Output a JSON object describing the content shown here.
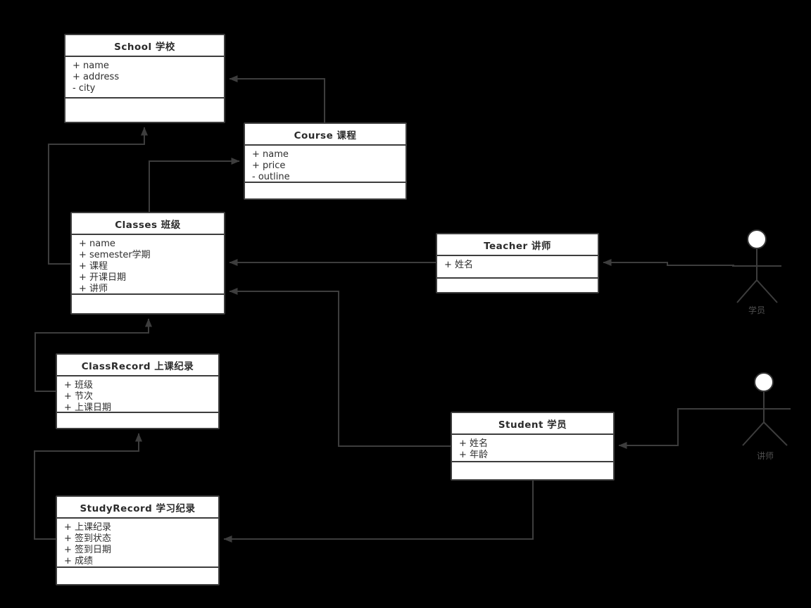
{
  "diagram": {
    "type": "uml-class-diagram",
    "background_color": "#000000",
    "box_fill": "#ffffff",
    "box_border_color": "#3d3d3d",
    "edge_color": "#3d3d3d",
    "text_color": "#2f2f2f",
    "actor_label_color": "#4f4f4f"
  },
  "classes": {
    "school": {
      "title": "School 学校",
      "attributes": [
        "+ name",
        "+ address",
        "- city"
      ],
      "methods": []
    },
    "course": {
      "title": "Course 课程",
      "attributes": [
        "+ name",
        "+ price",
        "- outline"
      ],
      "methods": []
    },
    "classes": {
      "title": "Classes 班级",
      "attributes": [
        "+ name",
        "+ semester学期",
        "+ 课程",
        "+ 开课日期",
        "+ 讲师"
      ],
      "methods": []
    },
    "teacher": {
      "title": "Teacher 讲师",
      "attributes": [
        "+ 姓名"
      ],
      "methods": []
    },
    "classrecord": {
      "title": "ClassRecord 上课纪录",
      "attributes": [
        "+ 班级",
        "+ 节次",
        "+ 上课日期"
      ],
      "methods": []
    },
    "student": {
      "title": "Student 学员",
      "attributes": [
        "+ 姓名",
        "+ 年龄"
      ],
      "methods": []
    },
    "studyrecord": {
      "title": "StudyRecord 学习纪录",
      "attributes": [
        "+ 上课纪录",
        "+ 签到状态",
        "+ 签到日期",
        "+ 成绩"
      ],
      "methods": []
    }
  },
  "actors": {
    "top": {
      "label": "学员"
    },
    "bottom": {
      "label": "讲师"
    }
  },
  "associations": [
    {
      "from": "Course 课程",
      "to": "School 学校"
    },
    {
      "from": "Classes 班级",
      "to": "School 学校"
    },
    {
      "from": "Classes 班级",
      "to": "Course 课程"
    },
    {
      "from": "Teacher 讲师",
      "to": "Classes 班级"
    },
    {
      "from": "Student 学员",
      "to": "Classes 班级"
    },
    {
      "from": "ClassRecord 上课纪录",
      "to": "Classes 班级"
    },
    {
      "from": "StudyRecord 学习纪录",
      "to": "ClassRecord 上课纪录"
    },
    {
      "from": "Student 学员",
      "to": "StudyRecord 学习纪录"
    },
    {
      "from": "学员",
      "to": "Teacher 讲师"
    },
    {
      "from": "讲师",
      "to": "Student 学员"
    }
  ]
}
